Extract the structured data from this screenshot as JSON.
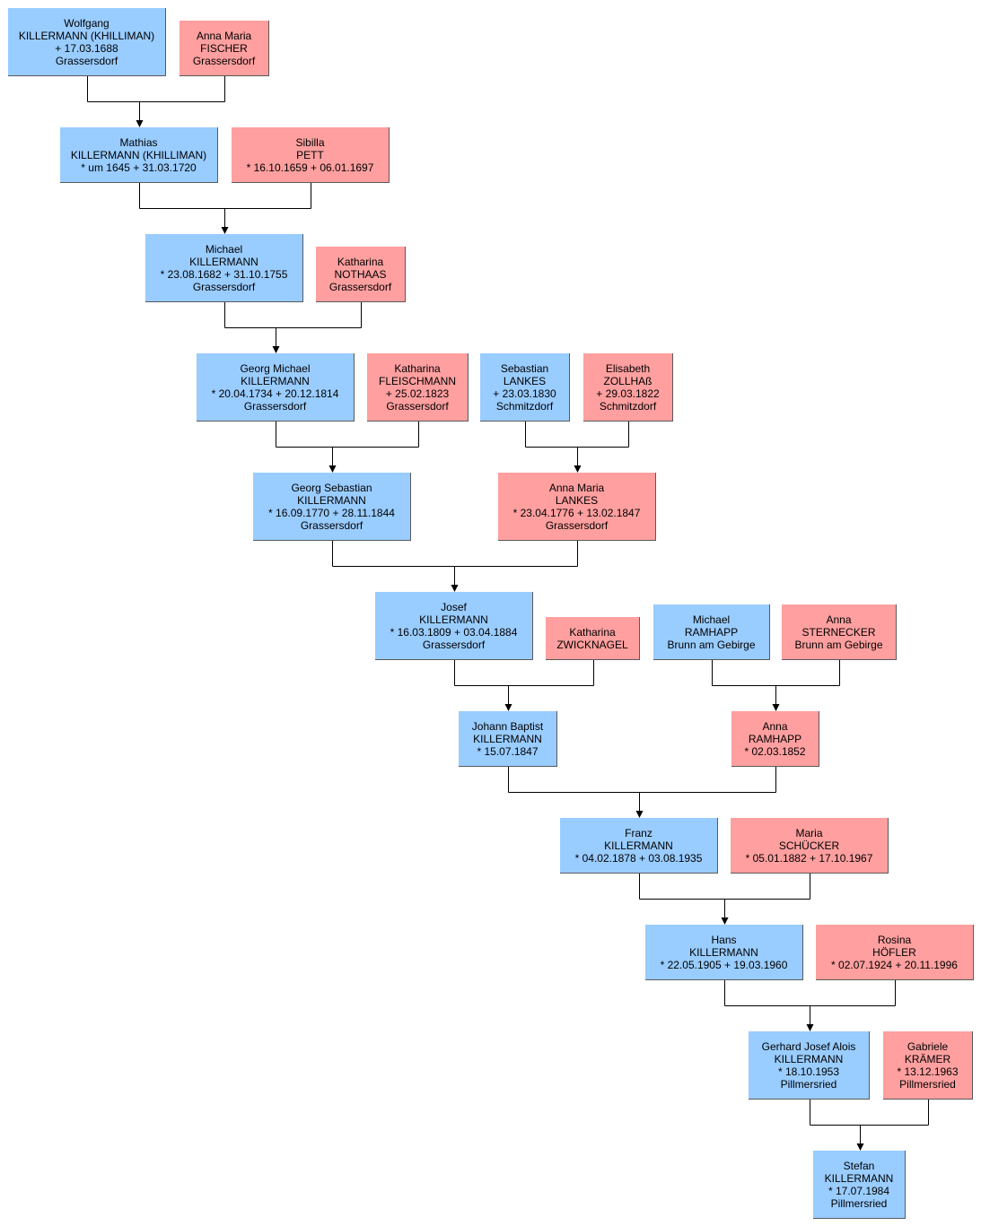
{
  "colors": {
    "male": "#99ccff",
    "female": "#ff9f9f",
    "connector": "#000000"
  },
  "persons": [
    {
      "id": "p1",
      "sex": "m",
      "lines": [
        "Wolfgang",
        "KILLERMANN (KHILLIMAN)",
        "+ 17.03.1688",
        "Grassersdorf"
      ]
    },
    {
      "id": "p2",
      "sex": "f",
      "lines": [
        "Anna Maria",
        "FISCHER",
        "Grassersdorf"
      ]
    },
    {
      "id": "p3",
      "sex": "m",
      "lines": [
        "Mathias",
        "KILLERMANN (KHILLIMAN)",
        "* um 1645  + 31.03.1720"
      ]
    },
    {
      "id": "p4",
      "sex": "f",
      "lines": [
        "Sibilla",
        "PETT",
        "* 16.10.1659  + 06.01.1697"
      ]
    },
    {
      "id": "p5",
      "sex": "m",
      "lines": [
        "Michael",
        "KILLERMANN",
        "* 23.08.1682  + 31.10.1755",
        "Grassersdorf"
      ]
    },
    {
      "id": "p6",
      "sex": "f",
      "lines": [
        "Katharina",
        "NOTHAAS",
        "Grassersdorf"
      ]
    },
    {
      "id": "p7",
      "sex": "m",
      "lines": [
        "Georg Michael",
        "KILLERMANN",
        "* 20.04.1734  + 20.12.1814",
        "Grassersdorf"
      ]
    },
    {
      "id": "p8",
      "sex": "f",
      "lines": [
        "Katharina",
        "FLEISCHMANN",
        "+ 25.02.1823",
        "Grassersdorf"
      ]
    },
    {
      "id": "p9",
      "sex": "m",
      "lines": [
        "Sebastian",
        "LANKES",
        "+ 23.03.1830",
        "Schmitzdorf"
      ]
    },
    {
      "id": "p10",
      "sex": "f",
      "lines": [
        "Elisabeth",
        "ZOLLHAß",
        "+ 29.03.1822",
        "Schmitzdorf"
      ]
    },
    {
      "id": "p11",
      "sex": "m",
      "lines": [
        "Georg Sebastian",
        "KILLERMANN",
        "* 16.09.1770  + 28.11.1844",
        "Grassersdorf"
      ]
    },
    {
      "id": "p12",
      "sex": "f",
      "lines": [
        "Anna Maria",
        "LANKES",
        "* 23.04.1776  + 13.02.1847",
        "Grassersdorf"
      ]
    },
    {
      "id": "p13",
      "sex": "m",
      "lines": [
        "Josef",
        "KILLERMANN",
        "* 16.03.1809  + 03.04.1884",
        "Grassersdorf"
      ]
    },
    {
      "id": "p14",
      "sex": "f",
      "lines": [
        "Katharina",
        "ZWICKNAGEL"
      ]
    },
    {
      "id": "p15",
      "sex": "m",
      "lines": [
        "Michael",
        "RAMHAPP",
        "Brunn am Gebirge"
      ]
    },
    {
      "id": "p16",
      "sex": "f",
      "lines": [
        "Anna",
        "STERNECKER",
        "Brunn am Gebirge"
      ]
    },
    {
      "id": "p17",
      "sex": "m",
      "lines": [
        "Johann Baptist",
        "KILLERMANN",
        "* 15.07.1847"
      ]
    },
    {
      "id": "p18",
      "sex": "f",
      "lines": [
        "Anna",
        "RAMHAPP",
        "* 02.03.1852"
      ]
    },
    {
      "id": "p19",
      "sex": "m",
      "lines": [
        "Franz",
        "KILLERMANN",
        "* 04.02.1878  + 03.08.1935"
      ]
    },
    {
      "id": "p20",
      "sex": "f",
      "lines": [
        "Maria",
        "SCHÜCKER",
        "* 05.01.1882  + 17.10.1967"
      ]
    },
    {
      "id": "p21",
      "sex": "m",
      "lines": [
        "Hans",
        "KILLERMANN",
        "* 22.05.1905  + 19.03.1960"
      ]
    },
    {
      "id": "p22",
      "sex": "f",
      "lines": [
        "Rosina",
        "HÖFLER",
        "* 02.07.1924  + 20.11.1996"
      ]
    },
    {
      "id": "p23",
      "sex": "m",
      "lines": [
        "Gerhard Josef Alois",
        "KILLERMANN",
        "* 18.10.1953",
        "Pillmersried"
      ]
    },
    {
      "id": "p24",
      "sex": "f",
      "lines": [
        "Gabriele",
        "KRÄMER",
        "* 13.12.1963",
        "Pillmersried"
      ]
    },
    {
      "id": "p25",
      "sex": "m",
      "lines": [
        "Stefan",
        "KILLERMANN",
        "* 17.07.1984",
        "Pillmersried"
      ]
    }
  ],
  "unions": [
    {
      "father": "p1",
      "mother": "p2",
      "child": "p3"
    },
    {
      "father": "p3",
      "mother": "p4",
      "child": "p5"
    },
    {
      "father": "p5",
      "mother": "p6",
      "child": "p7"
    },
    {
      "father": "p7",
      "mother": "p8",
      "child": "p11"
    },
    {
      "father": "p9",
      "mother": "p10",
      "child": "p12"
    },
    {
      "father": "p11",
      "mother": "p12",
      "child": "p13"
    },
    {
      "father": "p13",
      "mother": "p14",
      "child": "p17"
    },
    {
      "father": "p15",
      "mother": "p16",
      "child": "p18"
    },
    {
      "father": "p17",
      "mother": "p18",
      "child": "p19"
    },
    {
      "father": "p19",
      "mother": "p20",
      "child": "p21"
    },
    {
      "father": "p21",
      "mother": "p22",
      "child": "p23"
    },
    {
      "father": "p23",
      "mother": "p24",
      "child": "p25"
    }
  ]
}
